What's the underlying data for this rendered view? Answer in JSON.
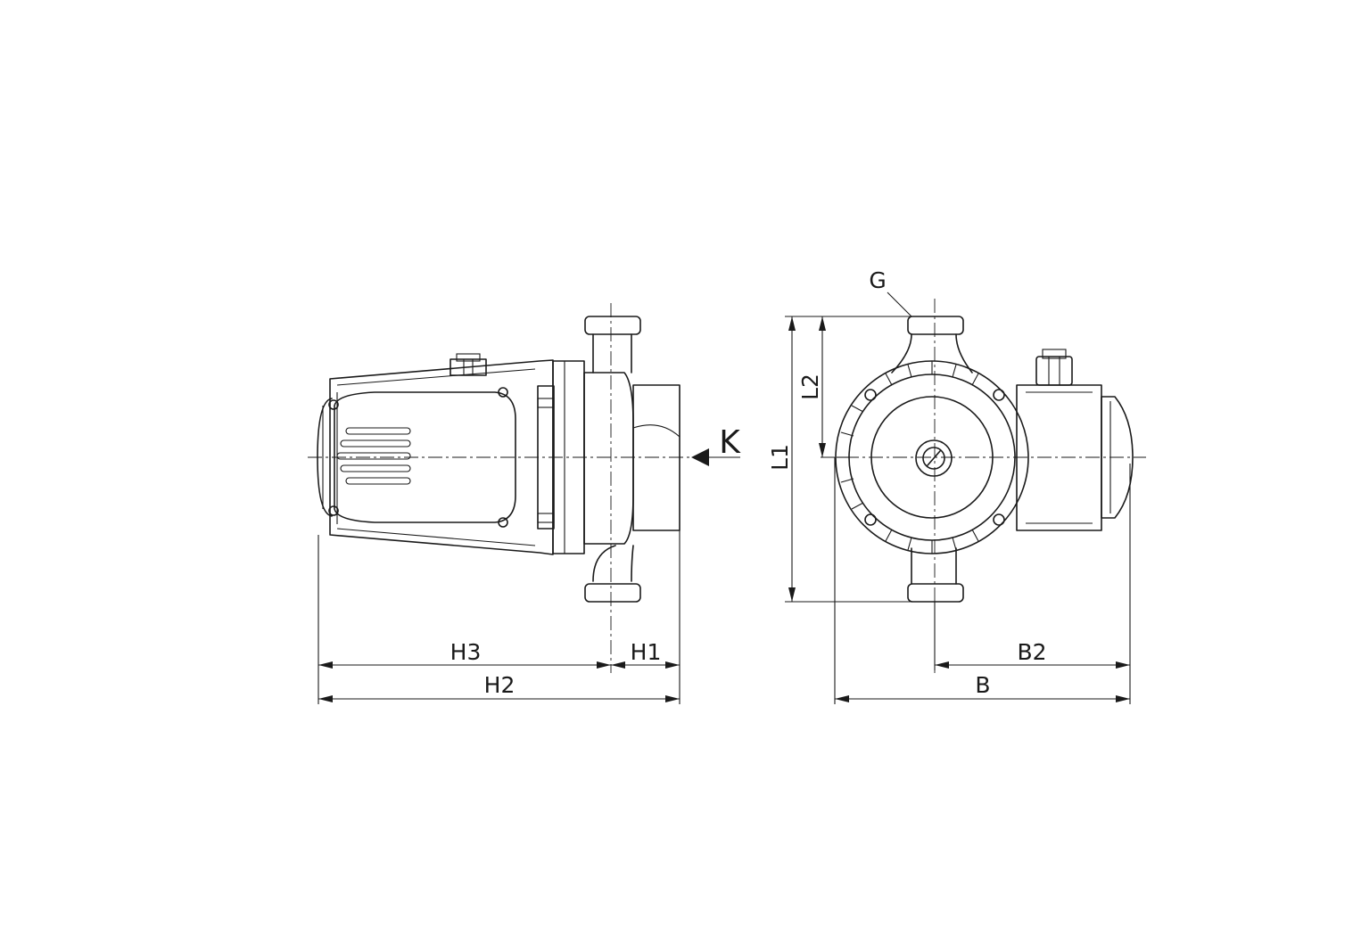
{
  "labels": {
    "h3": "H3",
    "h1": "H1",
    "h2": "H2",
    "k": "K",
    "g": "G",
    "l1": "L1",
    "l2": "L2",
    "b2": "B2",
    "b": "B"
  },
  "colors": {
    "line": "#1a1a1a",
    "background": "#ffffff"
  }
}
